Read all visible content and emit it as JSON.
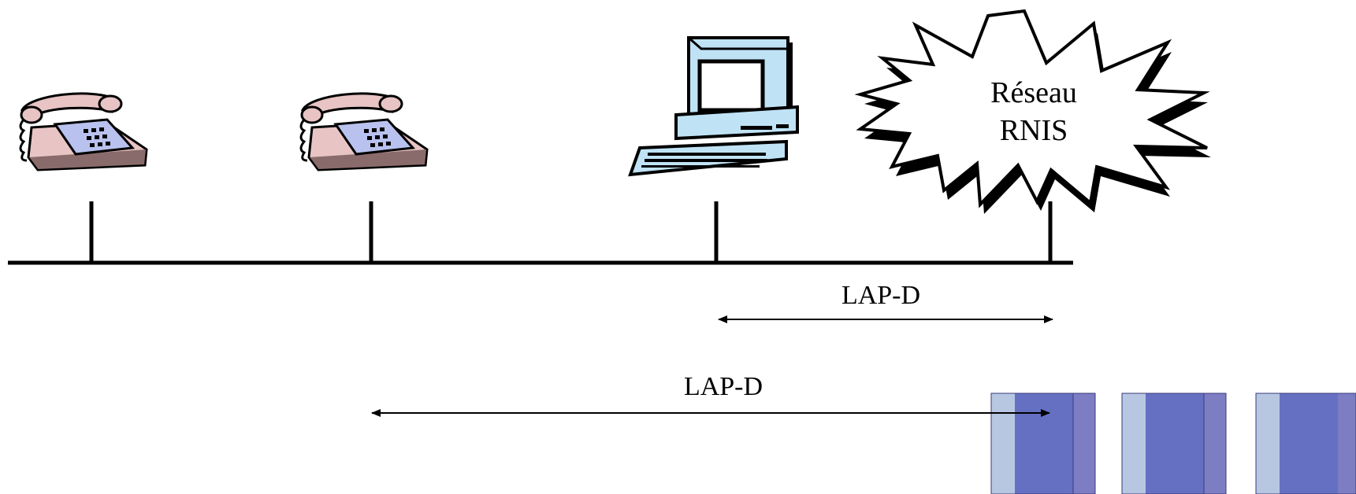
{
  "network": {
    "cloud_label_line1": "Réseau",
    "cloud_label_line2": "RNIS"
  },
  "devices": [
    {
      "type": "telephone",
      "icon": "telephone-icon"
    },
    {
      "type": "telephone",
      "icon": "telephone-icon"
    },
    {
      "type": "computer",
      "icon": "computer-icon"
    }
  ],
  "links": [
    {
      "label": "LAP-D",
      "from": "computer",
      "to": "network"
    },
    {
      "label": "LAP-D",
      "from": "telephone-2",
      "to": "network"
    }
  ],
  "colors": {
    "line": "#000000",
    "phone_body": "#e8c4c4",
    "phone_dial": "#b9c2ee",
    "computer_body": "#bfe3f5",
    "tile_dark": "#7d7dc4",
    "tile_mid": "#6670c2",
    "tile_light": "#b7c7e2"
  }
}
